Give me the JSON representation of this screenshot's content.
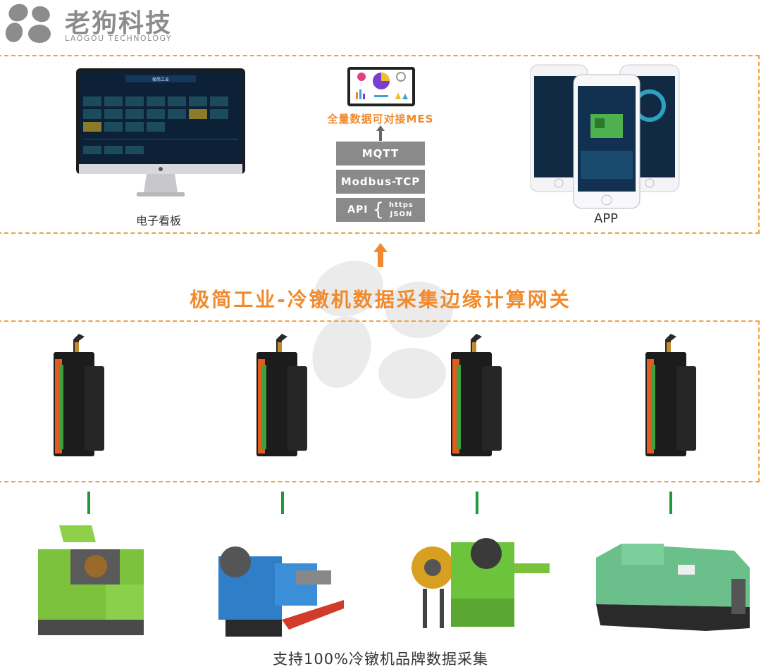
{
  "logo": {
    "cn": "老狗科技",
    "en": "LAOGOU TECHNOLOGY"
  },
  "top": {
    "board_caption": "电子看板",
    "mes_text": "全量数据可对接MES",
    "protocols": {
      "mqtt": "MQTT",
      "modbus": "Modbus-TCP",
      "api": "API",
      "api_sub1": "https",
      "api_sub2": "JSON"
    },
    "app_caption": "APP",
    "screen_title": "极简工业"
  },
  "gateway_title": "极简工业-冷镦机数据采集边缘计算网关",
  "bottom_text": "支持100%冷镦机品牌数据采集",
  "colors": {
    "accent": "#f08a2c",
    "proto_bg": "#8a8a8a",
    "connector": "#1f9a3a",
    "logo": "#8c8c8c"
  }
}
